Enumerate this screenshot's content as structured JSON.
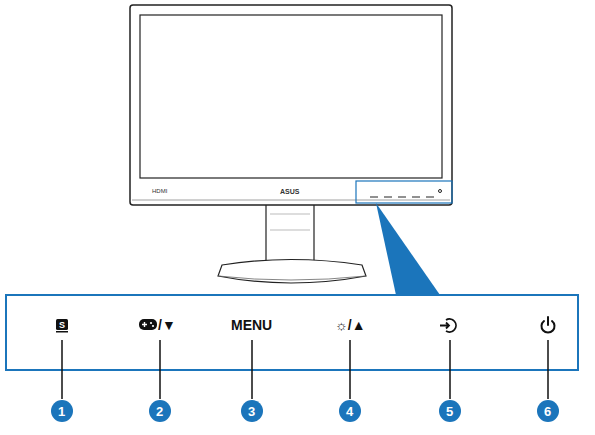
{
  "diagram": {
    "labels": [
      "S",
      "/▼",
      "MENU",
      "☼/▲",
      "1",
      "2",
      "3",
      "4",
      "5",
      "6",
      "ASUS",
      "HDMI"
    ]
  }
}
